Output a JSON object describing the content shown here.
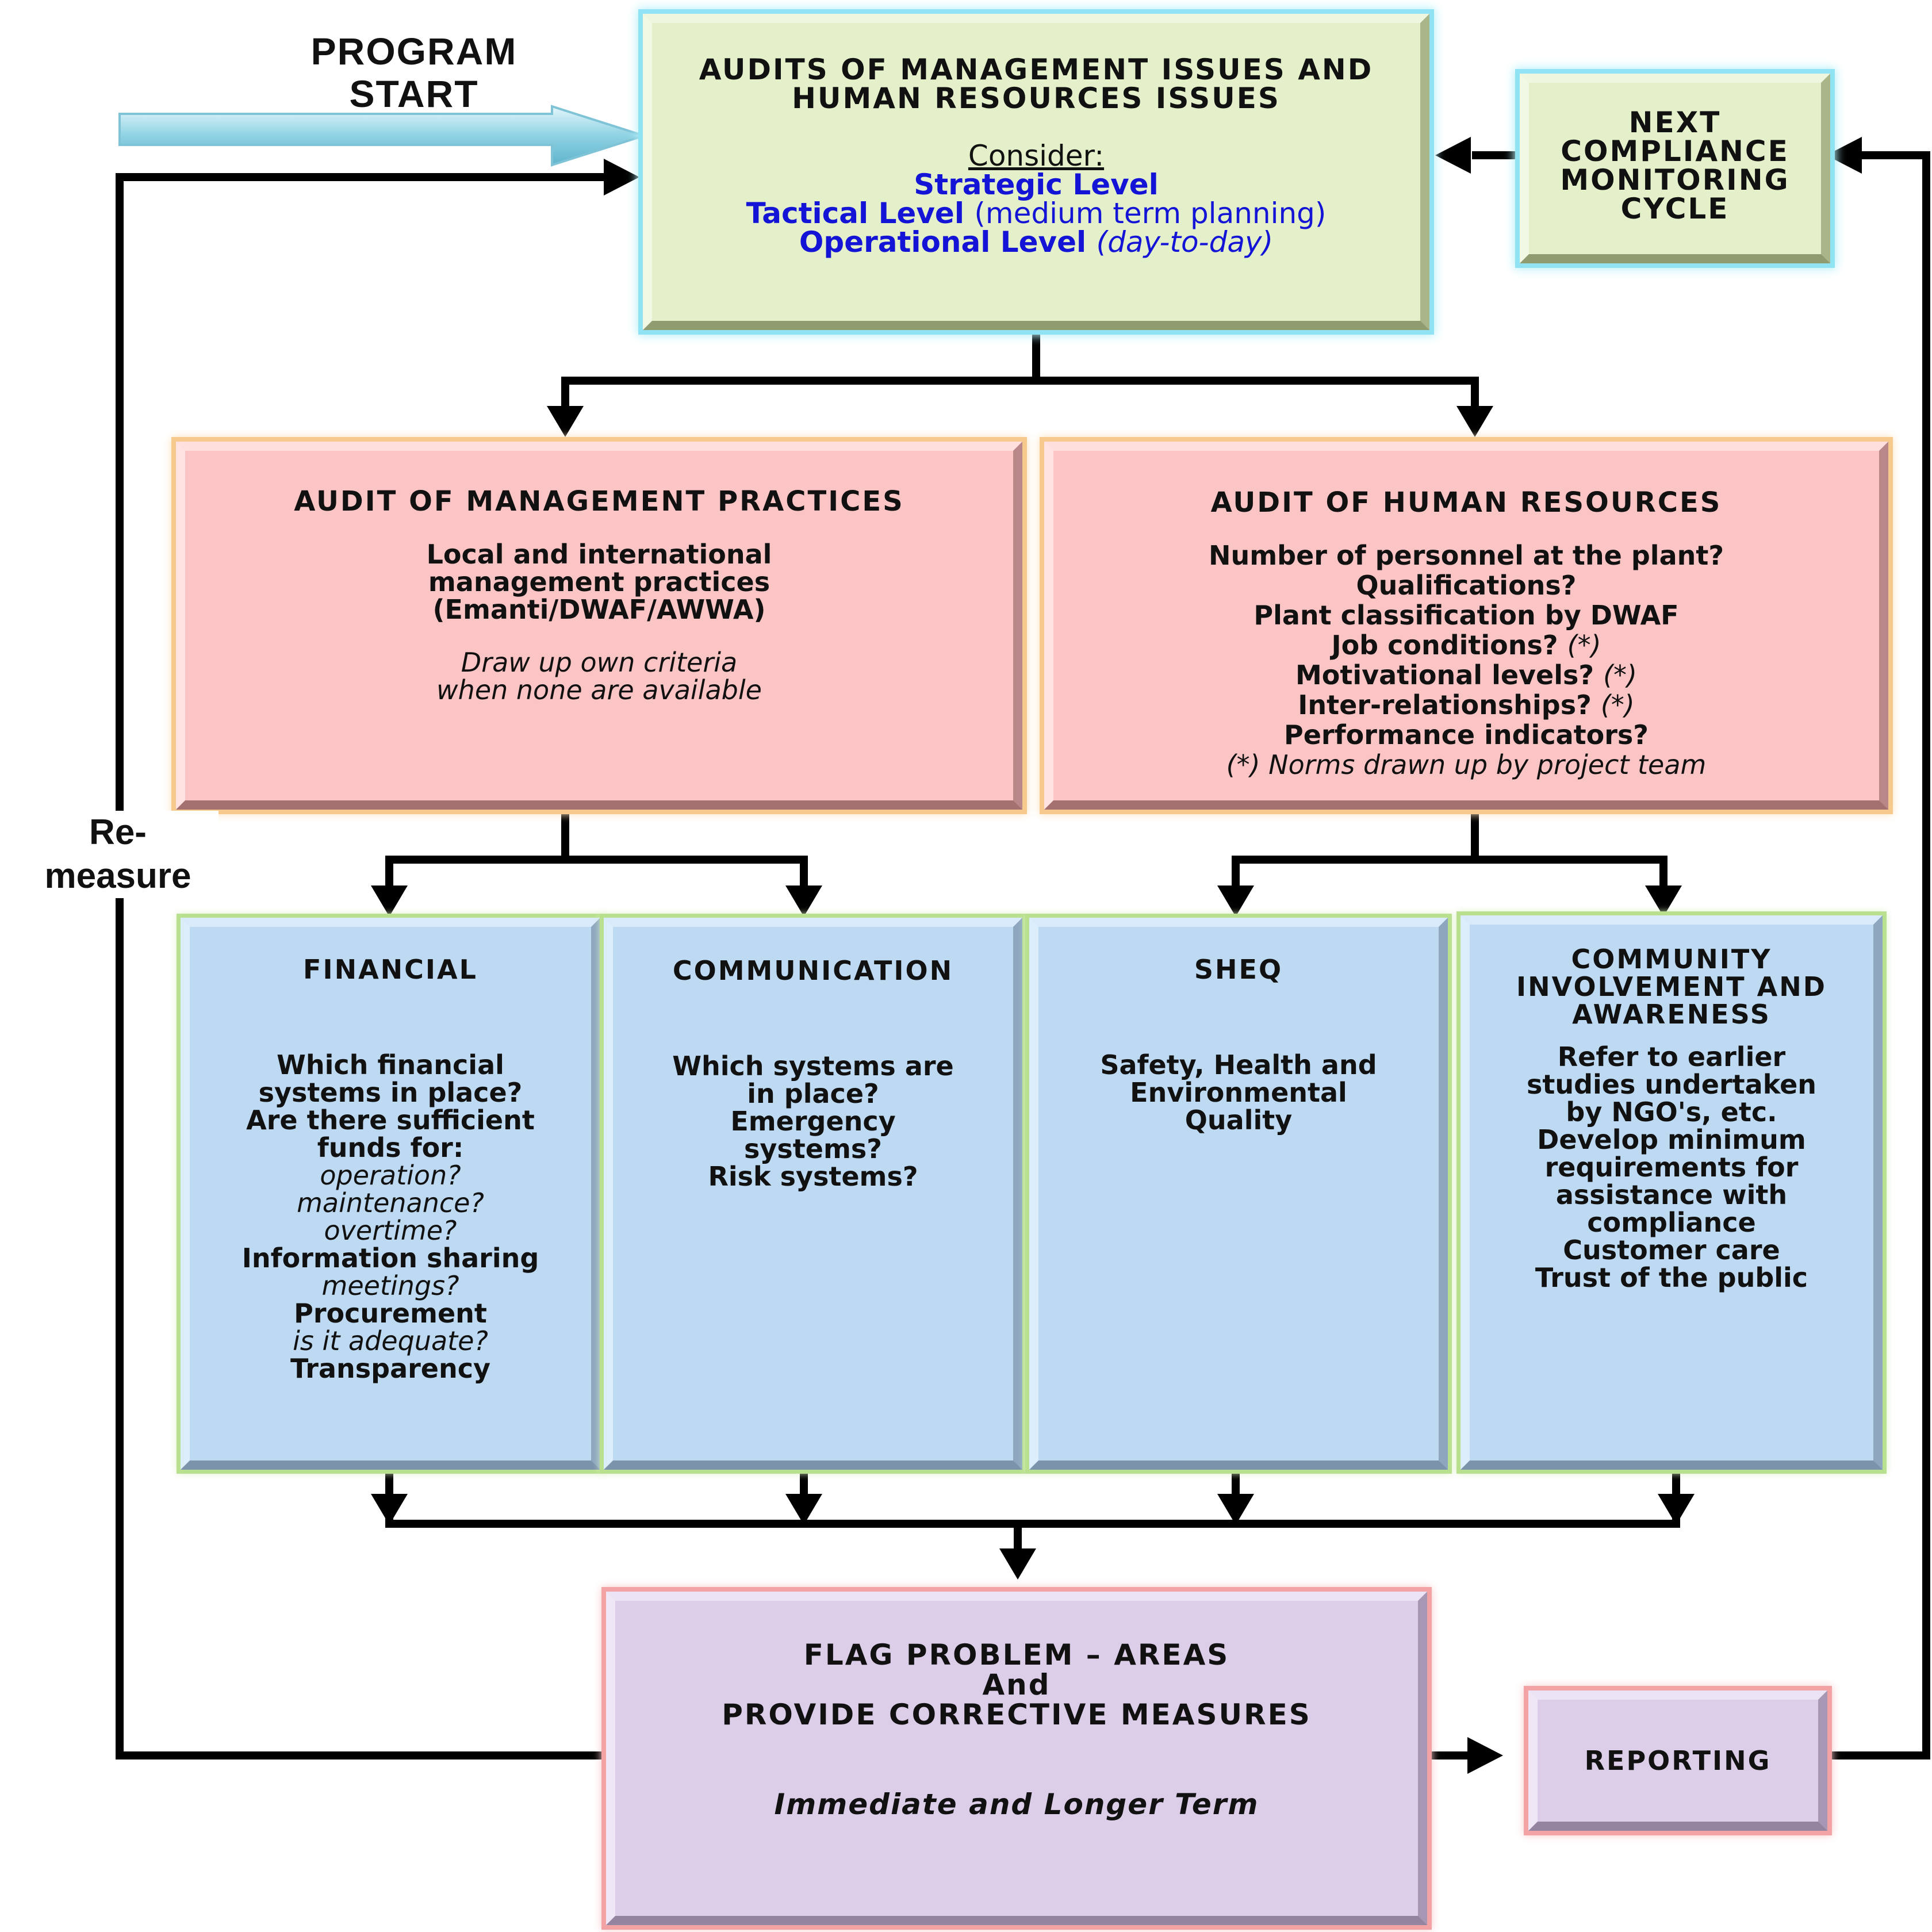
{
  "program_start": {
    "line1": "PROGRAM",
    "line2": "START"
  },
  "remeasure": {
    "line1": "Re-",
    "line2": "measure"
  },
  "audits_box": {
    "title_line1": "AUDITS OF MANAGEMENT ISSUES AND",
    "title_line2": "HUMAN RESOURCES ISSUES",
    "consider": "Consider:",
    "strategic": "Strategic Level",
    "tactical": "Tactical Level",
    "tactical_note": "(medium term planning)",
    "operational": "Operational Level",
    "operational_note": "(day-to-day)"
  },
  "next_cycle": {
    "line1": "NEXT",
    "line2": "COMPLIANCE",
    "line3": "MONITORING",
    "line4": "CYCLE"
  },
  "management_practices": {
    "title": "AUDIT OF MANAGEMENT PRACTICES",
    "line1": "Local and international",
    "line2": "management practices",
    "line3": "(Emanti/DWAF/AWWA)",
    "note1": "Draw up own criteria",
    "note2": "when none are available"
  },
  "human_resources": {
    "title": "AUDIT OF HUMAN RESOURCES",
    "q1": "Number of personnel at the plant?",
    "q2": "Qualifications?",
    "q3": "Plant classification by DWAF",
    "q4": "Job conditions?",
    "q5": "Motivational levels?",
    "q6": "Inter-relationships?",
    "q7": "Performance indicators?",
    "star": "(*)",
    "footnote": "(*) Norms drawn up by project team"
  },
  "financial": {
    "title": "FINANCIAL",
    "l1": "Which financial",
    "l2": "systems in place?",
    "l3": "Are there sufficient",
    "l4": "funds for:",
    "l5": "operation?",
    "l6": "maintenance?",
    "l7": "overtime?",
    "l8": "Information sharing",
    "l9": "meetings?",
    "l10": "Procurement",
    "l11": "is it adequate?",
    "l12": "Transparency"
  },
  "communication": {
    "title": "COMMUNICATION",
    "l1": "Which systems are",
    "l2": "in place?",
    "l3": "Emergency",
    "l4": "systems?",
    "l5": "Risk systems?"
  },
  "sheq": {
    "title": "SHEQ",
    "l1": "Safety, Health and",
    "l2": "Environmental",
    "l3": "Quality"
  },
  "community": {
    "title_line1": "COMMUNITY",
    "title_line2": "INVOLVEMENT AND",
    "title_line3": "AWARENESS",
    "l1": "Refer to earlier",
    "l2": "studies undertaken",
    "l3": "by NGO's, etc.",
    "l4": "Develop minimum",
    "l5": "requirements for",
    "l6": "assistance with",
    "l7": "compliance",
    "l8": "Customer care",
    "l9": "Trust of the public"
  },
  "flag_box": {
    "line1": "FLAG PROBLEM – AREAS",
    "line2": "And",
    "line3": "PROVIDE CORRECTIVE MEASURES",
    "note": "Immediate and Longer Term"
  },
  "reporting": {
    "label": "REPORTING"
  }
}
